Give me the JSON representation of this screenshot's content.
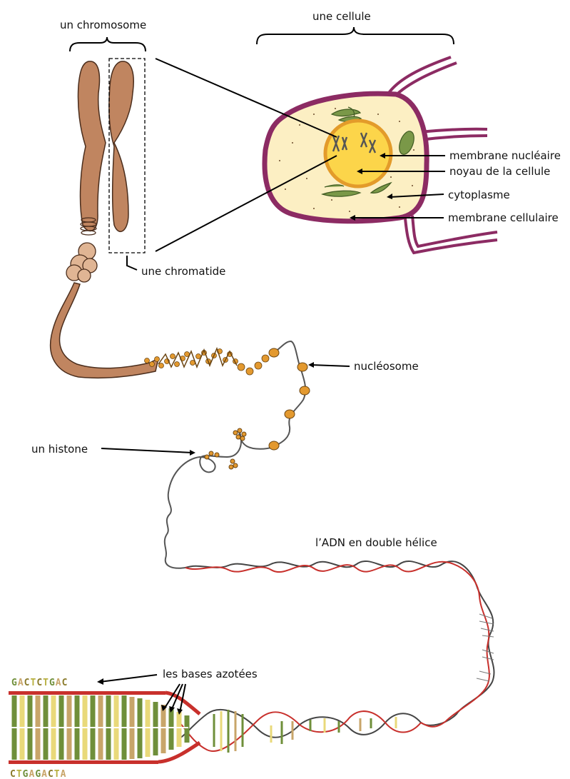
{
  "labels": {
    "chromosome": "un chromosome",
    "cell": "une cellule",
    "nuclear_membrane": "membrane nucléaire",
    "nucleus": "noyau de la cellule",
    "cytoplasm": "cytoplasme",
    "cell_membrane": "membrane cellulaire",
    "chromatid": "une chromatide",
    "nucleosome": "nucléosome",
    "histone": "un histone",
    "double_helix": "l’ADN en double hélice",
    "bases": "les bases azotées"
  },
  "sequences": {
    "top": "GACTCTGAC",
    "bottom": "CTGAGACTA"
  },
  "colors": {
    "chromosome": "#c08560",
    "cell_wall": "#8c2b63",
    "cytoplasm": "#fcefc3",
    "nucleus": "#fcd54a",
    "nuclear_rim": "#e39b2a",
    "organelle": "#7a9848",
    "nucleosome": "#e3992f",
    "dna_red": "#c8302c",
    "dna_dark": "#454545",
    "base_green": "#6f8f3a",
    "base_yellow": "#e9d97a",
    "base_tan": "#c8a56a"
  }
}
